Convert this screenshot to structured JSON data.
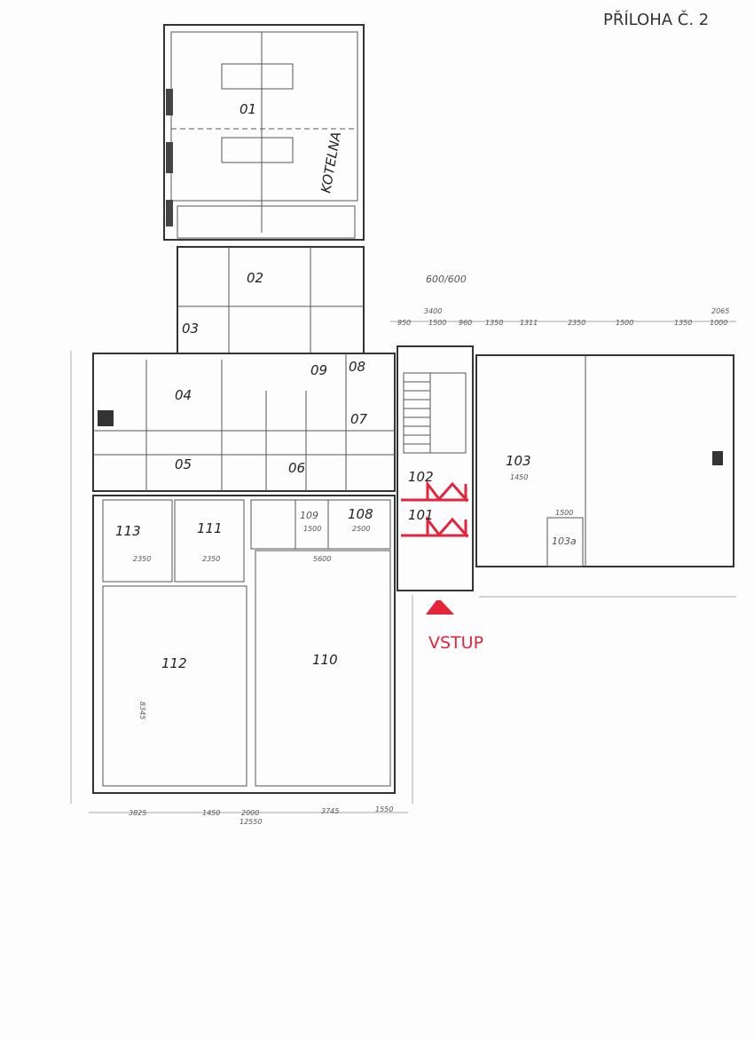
{
  "title": "PŘÍLOHA Č. 2",
  "entrance_label": "VSTUP",
  "note": "600/600",
  "boiler_room_label": "KOTELNA",
  "rooms": {
    "r01": "01",
    "r02": "02",
    "r03": "03",
    "r04": "04",
    "r05": "05",
    "r06": "06",
    "r07": "07",
    "r08": "08",
    "r09": "09",
    "r101": "101",
    "r102": "102",
    "r103": "103",
    "r103a": "103a",
    "r108": "108",
    "r109": "109",
    "r110": "110",
    "r111": "111",
    "r112": "112",
    "r113": "113"
  },
  "dims_bottom": [
    "3825",
    "1450",
    "2000",
    "12550",
    "3745",
    "1550"
  ],
  "dims_top": [
    "3400",
    "950",
    "1500",
    "960",
    "1350",
    "1311",
    "2350",
    "1500",
    "1350",
    "1000",
    "2065"
  ],
  "dims_rooms": {
    "r113": "2350",
    "r111": "2350",
    "r110": "5600",
    "r108": "2500",
    "r109": "1500",
    "r103a": "1500",
    "r112": "8345",
    "r103": "1450"
  },
  "colors": {
    "accent": "#e4243b",
    "lines": "#333333"
  }
}
